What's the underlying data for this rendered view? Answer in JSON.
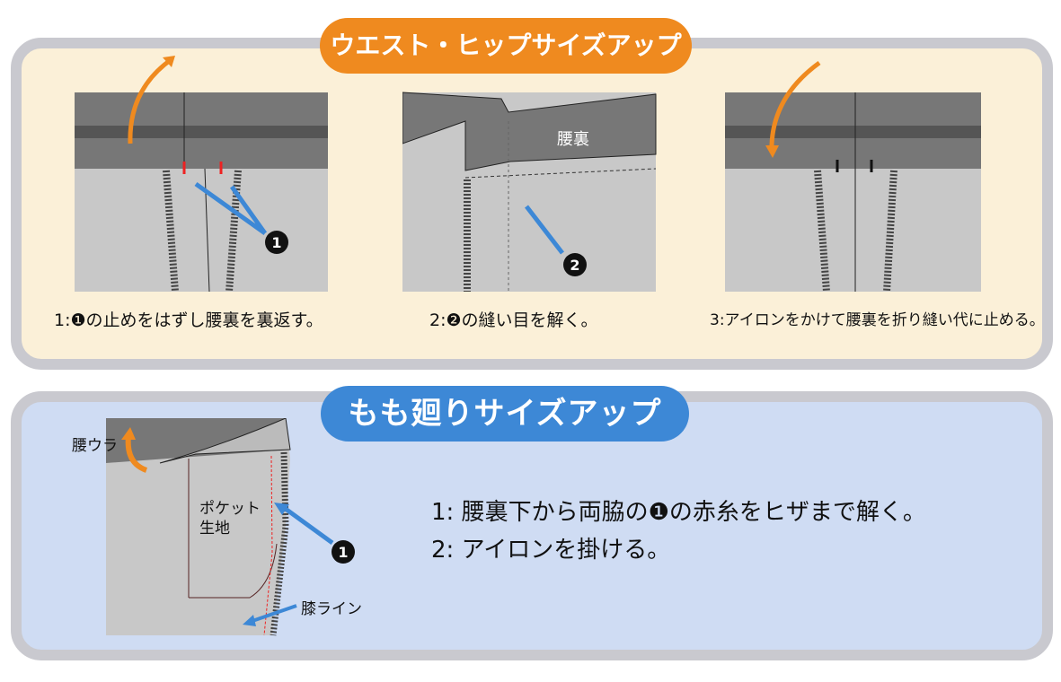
{
  "waist_hip": {
    "title": "ウエスト・ヒップサイズアップ",
    "panel2_label": "腰裏",
    "captions": [
      "1:❶の止めをはずし腰裏を裏返す。",
      "2:❷の縫い目を解く。",
      "3:アイロンをかけて腰裏を折り縫い代に止める。"
    ],
    "markers": [
      "❶",
      "❷"
    ]
  },
  "thigh": {
    "title": "もも廻りサイズアップ",
    "labels": {
      "waist_back": "腰ウラ",
      "pocket": "ポケット",
      "pocket2": "生地",
      "knee": "膝ライン",
      "marker": "❶"
    },
    "steps": [
      "1: 腰裏下から両脇の❶の赤糸をヒザまで解く。",
      "2: アイロンを掛ける。"
    ]
  },
  "colors": {
    "orange": "#ef8a1f",
    "blue": "#3d88d6"
  }
}
